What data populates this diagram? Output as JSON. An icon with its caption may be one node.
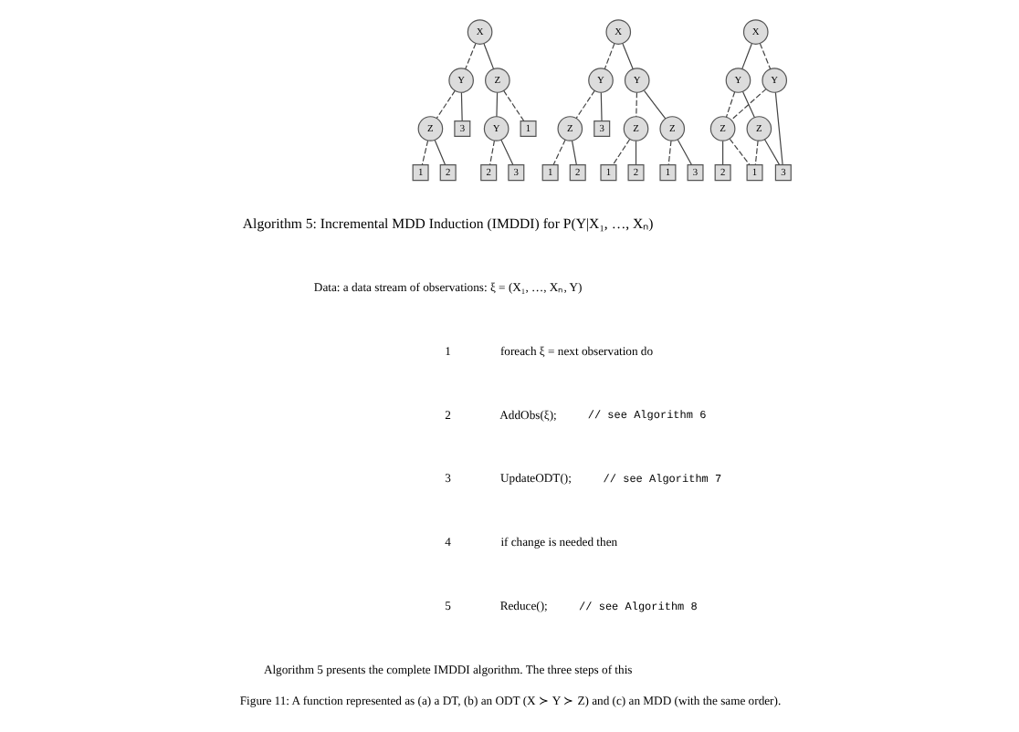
{
  "diagram": {
    "caption": "Figure 11: A function represented as (a) a DT, (b) an ODT (X ≻ Y ≻ Z) and (c) an MDD (with the same order).",
    "nodes": [
      {
        "text": [
          "X"
        ]
      },
      {
        "text": [
          "Y"
        ]
      },
      {
        "text": [
          "Z"
        ]
      },
      {
        "text": [
          "Z"
        ]
      },
      {
        "text": [
          "Y"
        ]
      },
      {
        "text": [
          "1"
        ]
      },
      {
        "text": [
          "2"
        ]
      },
      {
        "text": [
          "3"
        ]
      },
      {
        "text": [
          "1"
        ]
      },
      {
        "text": [
          "2"
        ]
      },
      {
        "text": [
          "3"
        ]
      },
      {
        "text": [
          "X"
        ]
      },
      {
        "text": [
          "Y"
        ]
      },
      {
        "text": [
          "Y"
        ]
      },
      {
        "text": [
          "Z"
        ]
      },
      {
        "text": [
          "Z"
        ]
      },
      {
        "text": [
          "Z"
        ]
      },
      {
        "text": [
          "1"
        ]
      },
      {
        "text": [
          "2"
        ]
      },
      {
        "text": [
          "3"
        ]
      },
      {
        "text": [
          "1"
        ]
      },
      {
        "text": [
          "2"
        ]
      },
      {
        "text": [
          "1"
        ]
      },
      {
        "text": [
          "3"
        ]
      },
      {
        "text": [
          "X"
        ]
      },
      {
        "text": [
          "Y"
        ]
      },
      {
        "text": [
          "Y"
        ]
      },
      {
        "text": [
          "Z"
        ]
      },
      {
        "text": [
          "Z"
        ]
      },
      {
        "text": [
          "2"
        ]
      },
      {
        "text": [
          "1"
        ]
      },
      {
        "text": [
          "3"
        ]
      }
    ],
    "edges": [
      {
        "from": 0,
        "to": 1,
        "arrow": "none",
        "style": "dashed"
      },
      {
        "from": 0,
        "to": 2,
        "arrow": "none"
      },
      {
        "from": 1,
        "to": 3,
        "arrow": "none",
        "style": "dashed"
      },
      {
        "from": 1,
        "to": 7,
        "arrow": "none"
      },
      {
        "from": 3,
        "to": 5,
        "arrow": "none",
        "style": "dashed"
      },
      {
        "from": 3,
        "to": 6,
        "arrow": "none"
      },
      {
        "from": 2,
        "to": 8,
        "arrow": "none",
        "style": "dashed"
      },
      {
        "from": 2,
        "to": 4,
        "arrow": "none"
      },
      {
        "from": 4,
        "to": 9,
        "arrow": "none",
        "style": "dashed"
      },
      {
        "from": 4,
        "to": 10,
        "arrow": "none"
      },
      {
        "from": 11,
        "to": 12,
        "arrow": "none",
        "style": "dashed"
      },
      {
        "from": 11,
        "to": 13,
        "arrow": "none"
      },
      {
        "from": 12,
        "to": 14,
        "arrow": "none",
        "style": "dashed"
      },
      {
        "from": 12,
        "to": 19,
        "arrow": "none"
      },
      {
        "from": 14,
        "to": 17,
        "arrow": "none",
        "style": "dashed"
      },
      {
        "from": 14,
        "to": 18,
        "arrow": "none"
      },
      {
        "from": 13,
        "to": 15,
        "arrow": "none",
        "style": "dashed"
      },
      {
        "from": 13,
        "to": 16,
        "arrow": "none"
      },
      {
        "from": 15,
        "to": 20,
        "arrow": "none",
        "style": "dashed"
      },
      {
        "from": 15,
        "to": 21,
        "arrow": "none"
      },
      {
        "from": 16,
        "to": 22,
        "arrow": "none",
        "style": "dashed"
      },
      {
        "from": 16,
        "to": 23,
        "arrow": "none"
      },
      {
        "from": 24,
        "to": 25,
        "arrow": "none"
      },
      {
        "from": 24,
        "to": 26,
        "arrow": "none",
        "style": "dashed"
      },
      {
        "from": 25,
        "to": 27,
        "arrow": "none",
        "style": "dashed"
      },
      {
        "from": 25,
        "to": 28,
        "arrow": "none"
      },
      {
        "from": 26,
        "to": 27,
        "arrow": "none",
        "style": "dashed"
      },
      {
        "from": 26,
        "to": 31,
        "arrow": "none"
      },
      {
        "from": 27,
        "to": 29,
        "arrow": "none"
      },
      {
        "from": 27,
        "to": 30,
        "arrow": "none",
        "style": "dashed"
      },
      {
        "from": 28,
        "to": 30,
        "arrow": "none",
        "style": "dashed"
      },
      {
        "from": 28,
        "to": 31,
        "arrow": "none"
      }
    ],
    "labels": [
      "Algorithm 5: Incremental MDD Induction (IMDDI) for P(Y|X₁, …, Xₙ)",
      "Data: a data stream of observations: ξ = (X₁, …, Xₙ, Y)",
      "1",
      "foreach ξ = next observation do",
      "2",
      "AddObs(ξ);",
      "// see Algorithm 6",
      "3",
      "UpdateODT();",
      "// see Algorithm 7",
      "4",
      "if change is needed then",
      "5",
      "Reduce();",
      "// see Algorithm 8",
      "Algorithm 5 presents the complete IMDDI algorithm. The three steps of this"
    ]
  }
}
